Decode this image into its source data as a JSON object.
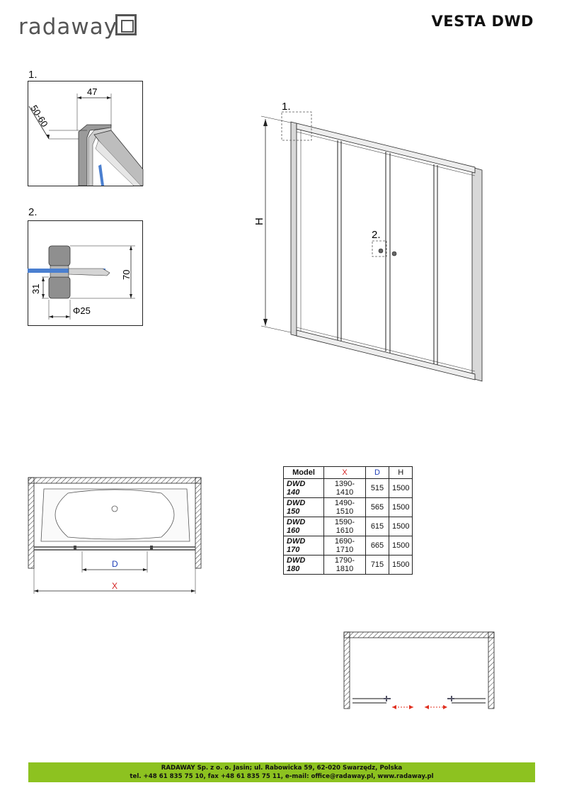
{
  "header": {
    "brand": "radaway",
    "product_title": "VESTA DWD"
  },
  "detail1": {
    "label": "1.",
    "dim_width": "47",
    "dim_range": "50-60"
  },
  "detail2": {
    "label": "2.",
    "dim_height": "70",
    "dim_offset": "31",
    "dim_diameter": "Φ25"
  },
  "main_drawing": {
    "callout_1": "1.",
    "callout_2": "2.",
    "height_label": "H"
  },
  "plan_view": {
    "d_label": "D",
    "x_label": "X"
  },
  "table": {
    "headers": [
      "Model",
      "X",
      "D",
      "H"
    ],
    "rows": [
      [
        "DWD 140",
        "1390-1410",
        "515",
        "1500"
      ],
      [
        "DWD 150",
        "1490-1510",
        "565",
        "1500"
      ],
      [
        "DWD 160",
        "1590-1610",
        "615",
        "1500"
      ],
      [
        "DWD 170",
        "1690-1710",
        "665",
        "1500"
      ],
      [
        "DWD 180",
        "1790-1810",
        "715",
        "1500"
      ]
    ]
  },
  "colors": {
    "x_header": "#d42020",
    "d_header": "#1f3fb8",
    "footer_bg": "#8dc220",
    "arrow_red": "#e03020",
    "glass_blue": "#4a7fd0"
  },
  "footer": {
    "line1": "RADAWAY Sp. z o. o. Jasin; ul. Rabowicka 59, 62-020 Swarzędz, Polska",
    "line2": "tel. +48 61 835 75 10, fax +48 61 835 75 11, e-mail: office@radaway.pl, www.radaway.pl"
  }
}
